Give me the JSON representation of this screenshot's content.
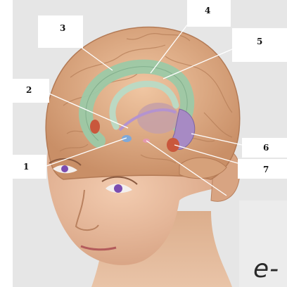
{
  "labels": [
    {
      "id": "1",
      "text": "1"
    },
    {
      "id": "2",
      "text": "2"
    },
    {
      "id": "3",
      "text": "3"
    },
    {
      "id": "4",
      "text": "4"
    },
    {
      "id": "5",
      "text": "5"
    },
    {
      "id": "6",
      "text": "6"
    },
    {
      "id": "7",
      "text": "7"
    }
  ],
  "corner_text": "e-",
  "colors": {
    "background_panel": "#e6e6e6",
    "skin": "#e8b48f",
    "cortex": "#e2b58a",
    "hippocampus_green": "#9cc9a6",
    "thalamus_purple": "#a78ac4",
    "amygdala_red": "#c9573c",
    "leader_line": "#ffffff"
  }
}
